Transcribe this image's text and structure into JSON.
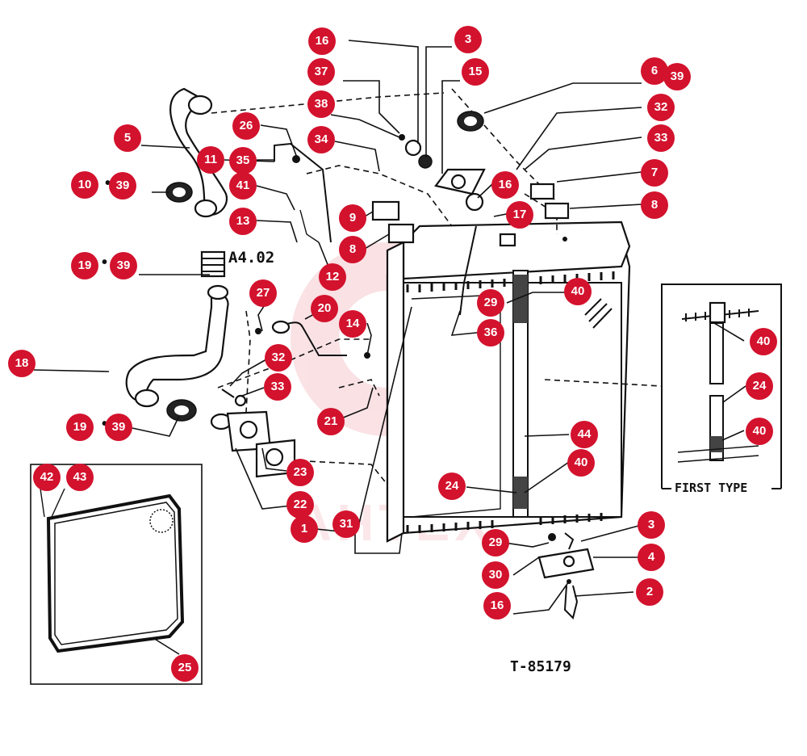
{
  "diagram": {
    "drawing_number": "T-85179",
    "first_type_label": "FIRST TYPE",
    "area_label": "A4.02",
    "watermark": "AHTEX",
    "accent_color": "#d3122d",
    "callouts": [
      "16",
      "3",
      "37",
      "15",
      "6",
      "39",
      "38",
      "32",
      "26",
      "34",
      "33",
      "5",
      "11",
      "35",
      "7",
      "16",
      "10",
      "39",
      "41",
      "17",
      "8",
      "9",
      "8",
      "13",
      "19",
      "39",
      "12",
      "27",
      "29",
      "40",
      "20",
      "36",
      "18",
      "14",
      "40",
      "32",
      "24",
      "33",
      "21",
      "40",
      "19",
      "39",
      "44",
      "23",
      "40",
      "24",
      "42",
      "43",
      "22",
      "31",
      "1",
      "3",
      "29",
      "4",
      "30",
      "2",
      "16",
      "25"
    ]
  }
}
